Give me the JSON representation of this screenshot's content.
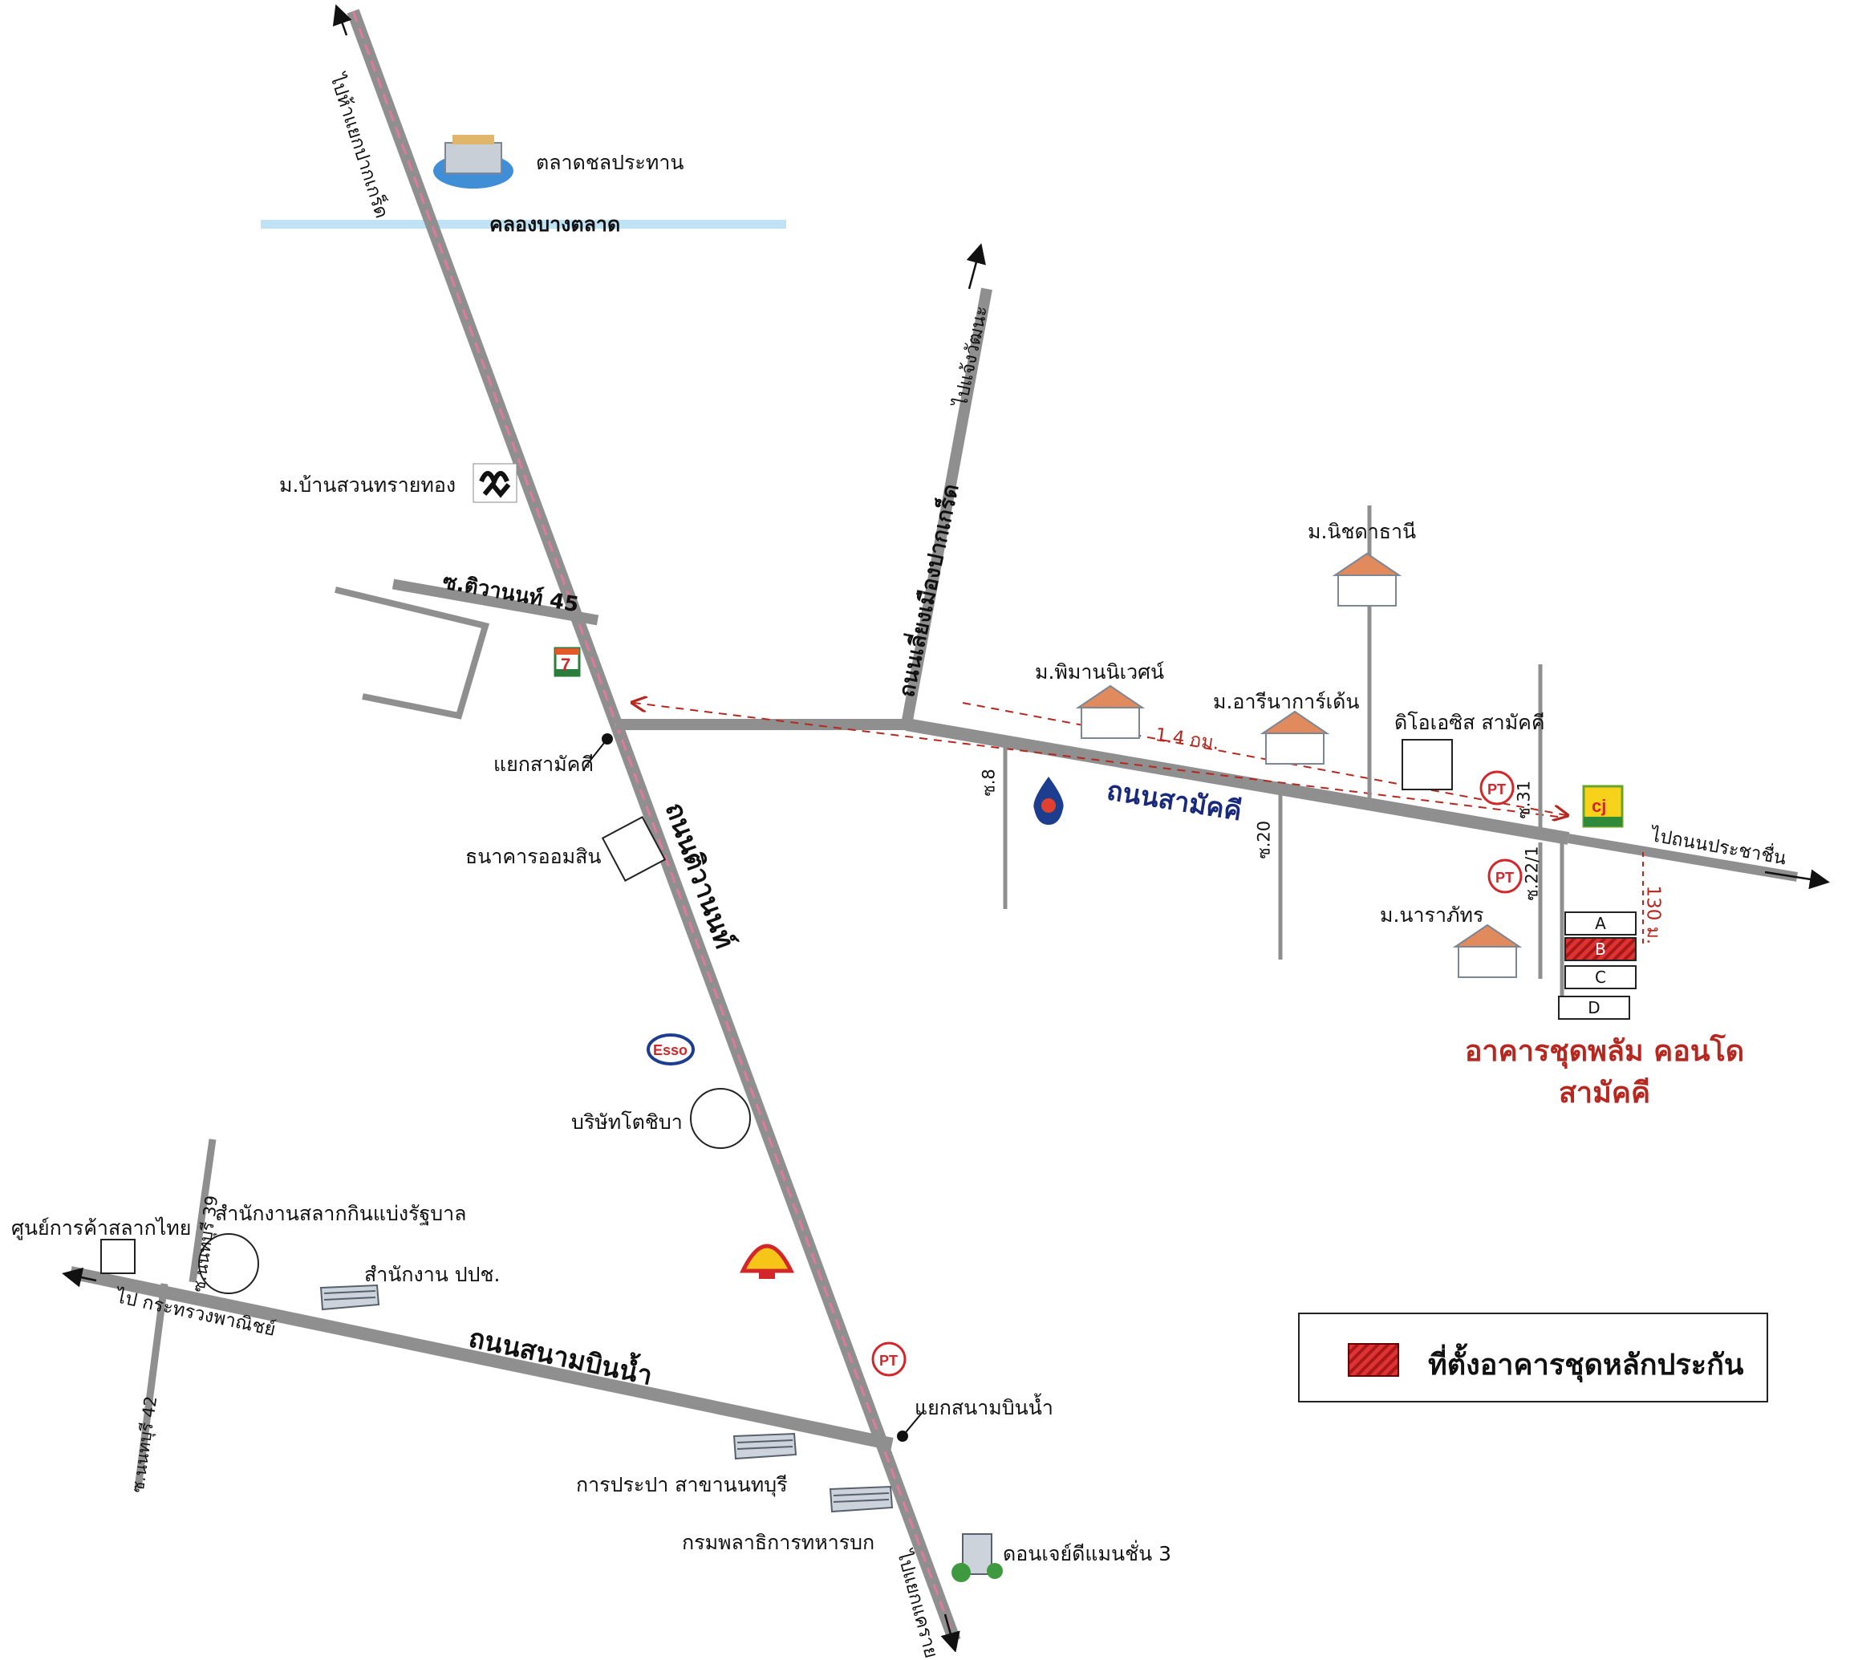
{
  "legend": {
    "label": "ที่ตั้งอาคารชุดหลักประกัน"
  },
  "title": {
    "line1": "อาคารชุดพลัม คอนโด",
    "line2": "สามัคคี"
  },
  "roads": {
    "main_vertical": "ถนนติวานนท์",
    "samakkhi": "ถนนสามัคคี",
    "sanambinnam": "ถนนสนามบินน้ำ",
    "chiangmueang": "ถนนเลี่ยงเมืองปากเกร็ด",
    "tiwanon45": "ซ.ติวานนท์ 45",
    "nonthaburi39": "ซ.นนทบุรี 39",
    "nonthaburi42": "ซ.นนทบุรี 42",
    "soi8": "ซ.8",
    "soi20": "ซ.20",
    "soi31": "ซ.31",
    "soi22_1": "ซ.22/1",
    "canal": "คลองบางตลาด"
  },
  "directions": {
    "to_pakkret": "ไปห้าแยกปากเกร็ด",
    "to_chaengwattana": "ไปแจ้งวัฒนะ",
    "to_prachachuen": "ไปถนนประชาชื่น",
    "to_commerce": "ไป กระทรวงพาณิชย์",
    "to_khae_rai": "ไปแยกแคราย"
  },
  "distances": {
    "d1": "1.4 กม.",
    "d2": "130 ม."
  },
  "places": {
    "market": "ตลาดชลประทาน",
    "suantaithong": "ม.บ้านสวนทรายทอง",
    "samakkhi_junction": "แยกสามัคคี",
    "gsb": "ธนาคารออมสิน",
    "toshiba": "บริษัทโตชิบา",
    "lottery_office": "สำนักงานสลากกินแบ่งรัฐบาล",
    "lottery_center": "ศูนย์การค้าสลากไทย",
    "ppc_office": "สำนักงาน ปปช.",
    "sanambin_junction": "แยกสนามบินน้ำ",
    "waterworks": "การประปา สาขานนทบุรี",
    "army": "กรมพลาธิการทหารบก",
    "condo3": "ดอนเจย์ดีแมนชั่น 3",
    "phimannivet": "ม.พิมานนิเวศน์",
    "arinagarden": "ม.อารีนาการ์เด้น",
    "nitchathani": "ม.นิชดาธานี",
    "tiasis": "ดิโอเอซิส สามัคคี",
    "narapat": "ม.นาราภัทร"
  },
  "buildings": [
    "A",
    "B",
    "C",
    "D"
  ],
  "brands": {
    "esso": "Esso",
    "pt": "PT",
    "seven": "7"
  },
  "colors": {
    "road": "#8f8f8f",
    "road_center": "#e07a9a",
    "canal": "#bfe3f5",
    "accent": "#b5271f",
    "arrow": "#b5271f"
  }
}
